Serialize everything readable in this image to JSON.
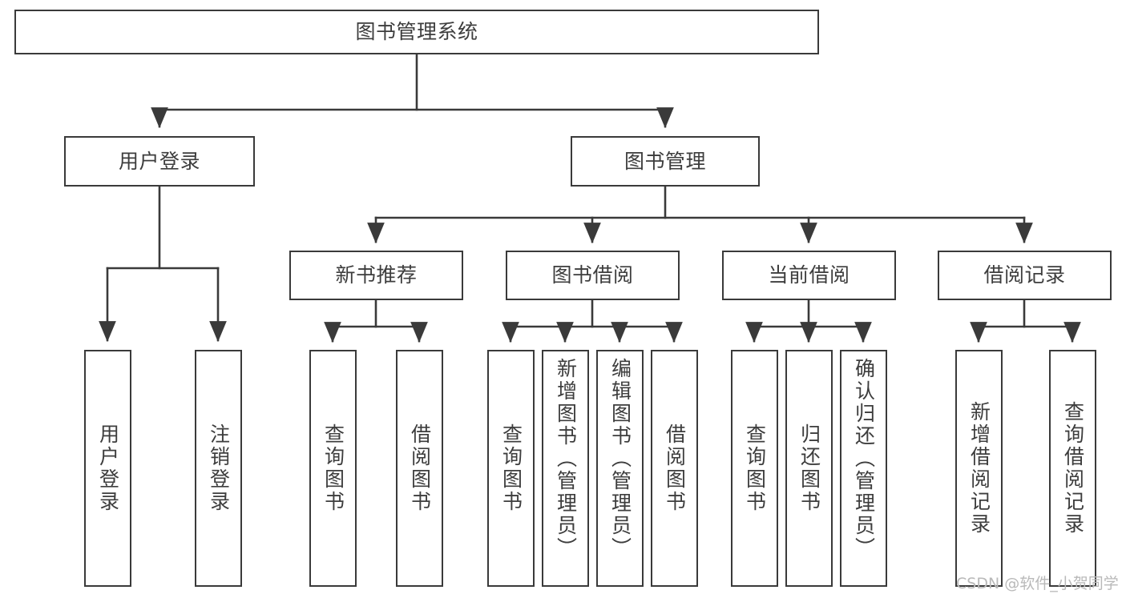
{
  "diagram": {
    "title": "图书管理系统",
    "type": "tree-hierarchy-chart",
    "orientation": "top-down",
    "colors": {
      "box_border": "#3a3a3a",
      "box_fill": "#ffffff",
      "connector": "#3a3a3a",
      "text": "#3d3d3d",
      "watermark": "#b9b9b9",
      "background": "#ffffff"
    }
  },
  "root": {
    "label": "图书管理系统"
  },
  "level2": [
    {
      "label": "用户登录"
    },
    {
      "label": "图书管理"
    }
  ],
  "level3": [
    {
      "label": "新书推荐"
    },
    {
      "label": "图书借阅"
    },
    {
      "label": "当前借阅"
    },
    {
      "label": "借阅记录"
    }
  ],
  "leaves": {
    "user_login": [
      {
        "label": "用户登录"
      },
      {
        "label": "注销登录"
      }
    ],
    "new_book_recommend": [
      {
        "label": "查询图书"
      },
      {
        "label": "借阅图书"
      }
    ],
    "book_borrow": [
      {
        "label": "查询图书"
      },
      {
        "label": "新增图书（管理员）"
      },
      {
        "label": "编辑图书（管理员）"
      },
      {
        "label": "借阅图书"
      }
    ],
    "current_borrow": [
      {
        "label": "查询图书"
      },
      {
        "label": "归还图书"
      },
      {
        "label": "确认归还（管理员）"
      }
    ],
    "borrow_record": [
      {
        "label": "新增借阅记录"
      },
      {
        "label": "查询借阅记录"
      }
    ]
  },
  "watermark": {
    "text": "CSDN @软件_小贺同学"
  }
}
